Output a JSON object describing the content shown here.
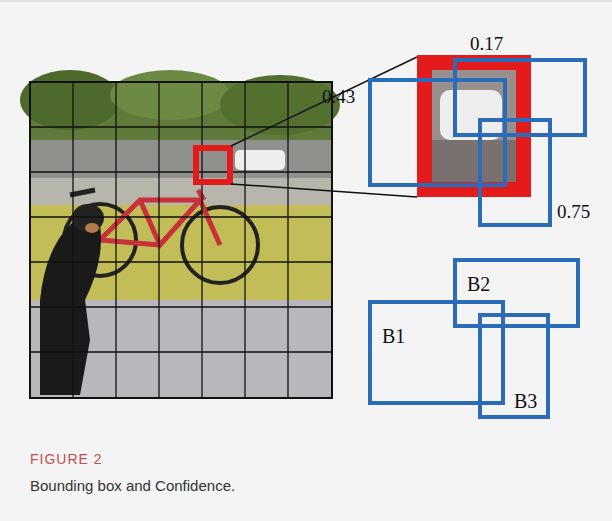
{
  "diagram": {
    "caption": "Bounding box and Confidence.",
    "nodes": [
      {
        "text": [
          "B2"
        ]
      },
      {
        "text": [
          "B1"
        ]
      },
      {
        "text": [
          "B3"
        ]
      }
    ],
    "labels": [
      "0.17",
      "0.43",
      "0.75",
      "FIGURE 2"
    ]
  }
}
